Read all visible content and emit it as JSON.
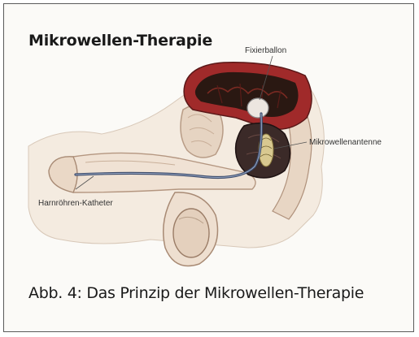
{
  "figure": {
    "title": "Mikrowellen-Therapie",
    "caption": "Abb. 4: Das Prinzip der Mikrowellen-Therapie",
    "labels": {
      "fixierballon": "Fixierballon",
      "mikrowellenantenne": "Mikrowellenantenne",
      "harnroehren_katheter": "Harnröhren-Katheter"
    }
  },
  "colors": {
    "bladder_wall": "#a02a2a",
    "bladder_inner": "#2a1812",
    "prostate": "#3b2a28",
    "tissue": "#ecdccd",
    "skin": "#f1e4d6",
    "catheter": "#3a4a6a"
  }
}
